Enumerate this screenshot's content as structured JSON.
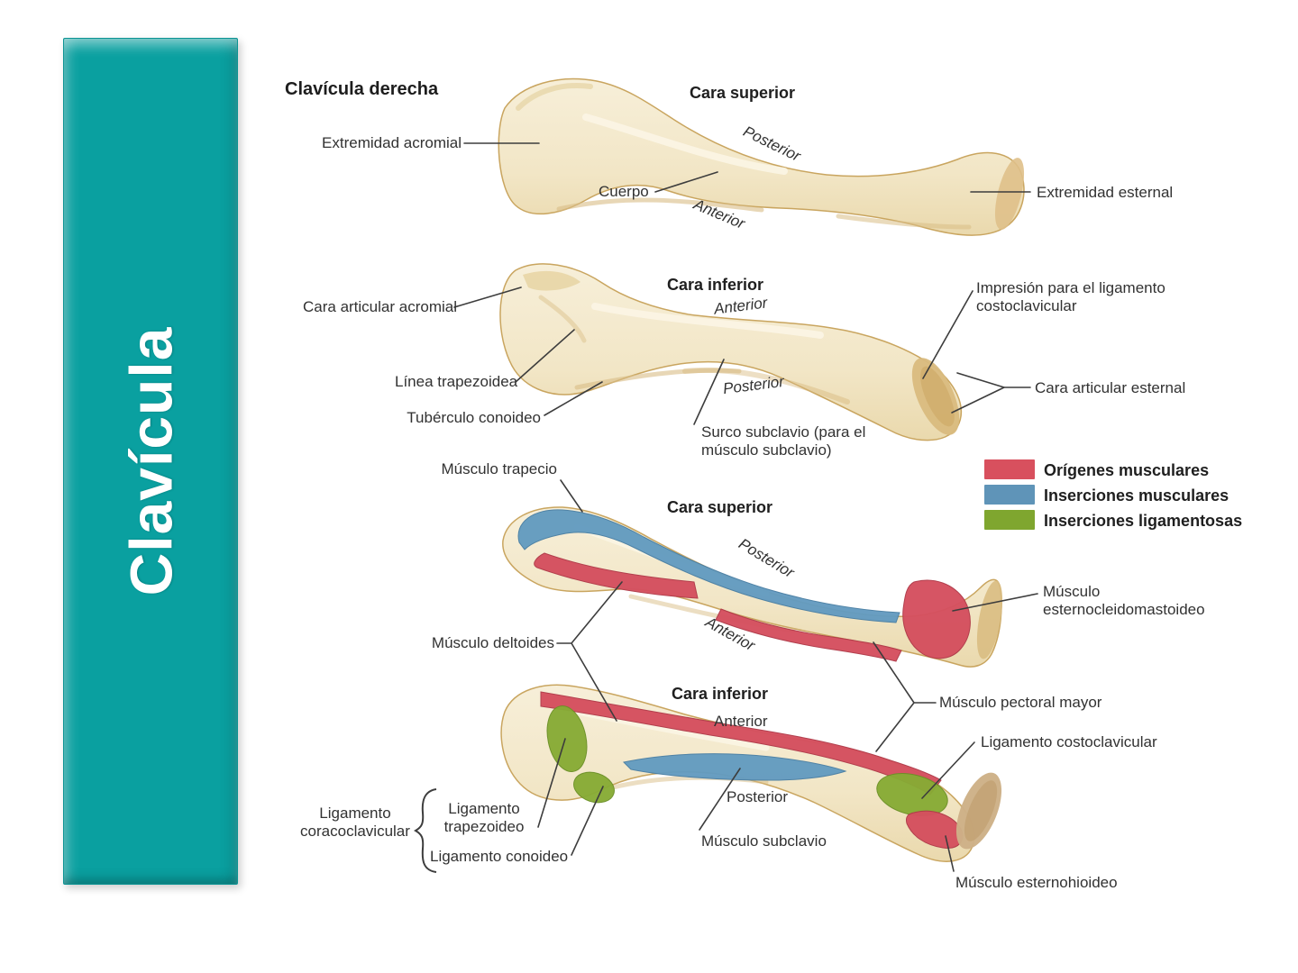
{
  "banner": {
    "title": "Clavícula"
  },
  "figure": {
    "title": "Clavícula derecha",
    "view_superior": {
      "heading": "Cara superior",
      "posterior": "Posterior",
      "anterior": "Anterior",
      "extremidad_acromial": "Extremidad acromial",
      "cuerpo": "Cuerpo",
      "extremidad_esternal": "Extremidad esternal"
    },
    "view_inferior": {
      "heading": "Cara inferior",
      "anterior": "Anterior",
      "posterior": "Posterior",
      "cara_articular_acromial": "Cara articular acromial",
      "linea_trapezoidea": "Línea trapezoidea",
      "tuberculo_conoideo": "Tubérculo conoideo",
      "surco_subclavio": "Surco subclavio (para el\nmúsculo subclavio)",
      "impresion_ligamento": "Impresión para el ligamento\ncostoclavicular",
      "cara_articular_esternal": "Cara articular esternal"
    },
    "legend": {
      "items": [
        {
          "label": "Orígenes musculares",
          "color": "#d8505e"
        },
        {
          "label": "Inserciones musculares",
          "color": "#5f94b8"
        },
        {
          "label": "Inserciones ligamentosas",
          "color": "#7fa62f"
        }
      ]
    },
    "view_superior_muscles": {
      "heading": "Cara superior",
      "posterior": "Posterior",
      "anterior": "Anterior",
      "musculo_trapecio": "Músculo trapecio",
      "musculo_deltoides": "Músculo deltoides",
      "musculo_esternocleidomastoideo": "Músculo\nesternocleidomastoideo",
      "musculo_pectoral_mayor": "Músculo pectoral mayor"
    },
    "view_inferior_muscles": {
      "heading": "Cara inferior",
      "anterior": "Anterior",
      "posterior": "Posterior",
      "ligamento_costoclavicular": "Ligamento costoclavicular",
      "ligamento_coracoclavicular": "Ligamento\ncoracoclavicular",
      "ligamento_trapezoideo": "Ligamento\ntrapezoideo",
      "ligamento_conoideo": "Ligamento conoideo",
      "musculo_subclavio": "Músculo subclavio",
      "musculo_esternohioideo": "Músculo esternohioideo"
    }
  },
  "colors": {
    "banner_teal": "#0aa0a0",
    "red": "#d5505f",
    "blue": "#639bc0",
    "green": "#87ab35",
    "bone": "#f4ead0",
    "bone_edge": "#c9a55f",
    "bone_cap": "#d9bb80",
    "leader": "#3d3d3d"
  }
}
